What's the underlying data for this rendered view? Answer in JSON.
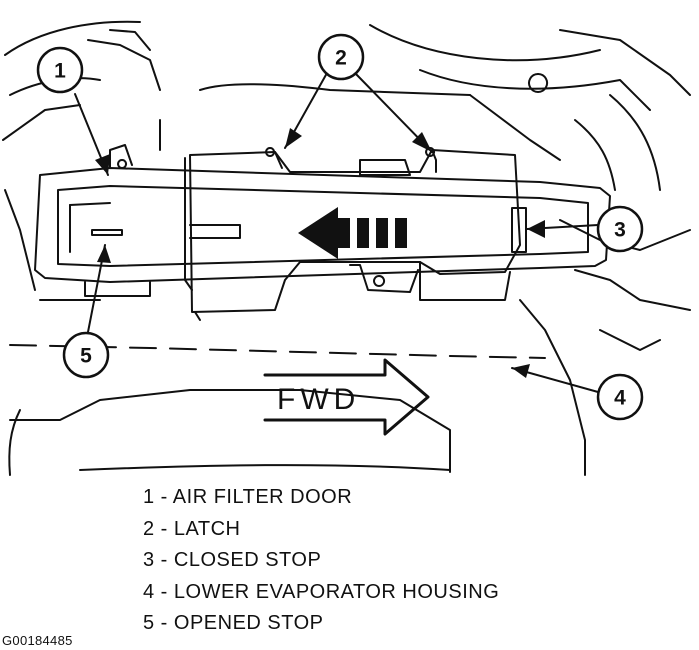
{
  "diagram": {
    "fwd_label": "FWD",
    "callouts": [
      "1",
      "2",
      "3",
      "4",
      "5"
    ]
  },
  "legend": {
    "items": [
      "1 - AIR FILTER DOOR",
      "2 - LATCH",
      "3 - CLOSED STOP",
      "4 - LOWER EVAPORATOR HOUSING",
      "5 - OPENED STOP"
    ]
  },
  "figure_id": "G00184485"
}
